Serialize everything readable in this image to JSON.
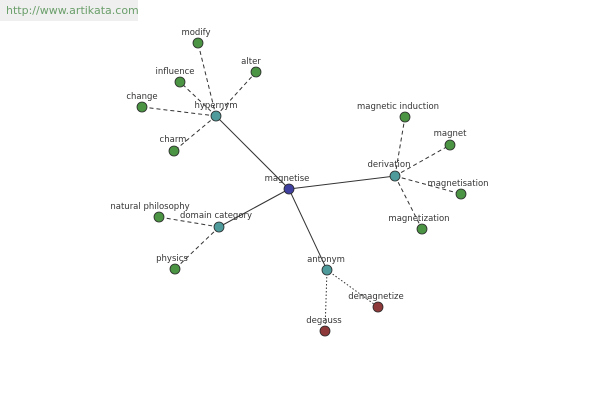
{
  "watermark": "http://www.artikata.com",
  "colors": {
    "center": "#3f3fa0",
    "relation": "#4f9a9a",
    "synonym": "#4a9444",
    "antonym": "#8f3a3a",
    "edge": "#333333"
  },
  "graph": {
    "nodes": [
      {
        "id": "magnetise",
        "label": "magnetise",
        "kind": "center"
      },
      {
        "id": "hypernym",
        "label": "hypernym",
        "kind": "relation"
      },
      {
        "id": "derivation",
        "label": "derivation",
        "kind": "relation"
      },
      {
        "id": "domain_category",
        "label": "domain category",
        "kind": "relation"
      },
      {
        "id": "antonym",
        "label": "antonym",
        "kind": "relation"
      },
      {
        "id": "modify",
        "label": "modify",
        "kind": "synonym"
      },
      {
        "id": "alter",
        "label": "alter",
        "kind": "synonym"
      },
      {
        "id": "influence",
        "label": "influence",
        "kind": "synonym"
      },
      {
        "id": "change",
        "label": "change",
        "kind": "synonym"
      },
      {
        "id": "charm",
        "label": "charm",
        "kind": "synonym"
      },
      {
        "id": "magnetic_induction",
        "label": "magnetic induction",
        "kind": "synonym"
      },
      {
        "id": "magnet",
        "label": "magnet",
        "kind": "synonym"
      },
      {
        "id": "magnetisation",
        "label": "magnetisation",
        "kind": "synonym"
      },
      {
        "id": "magnetization",
        "label": "magnetization",
        "kind": "synonym"
      },
      {
        "id": "natural_philosophy",
        "label": "natural philosophy",
        "kind": "synonym"
      },
      {
        "id": "physics",
        "label": "physics",
        "kind": "synonym"
      },
      {
        "id": "demagnetize",
        "label": "demagnetize",
        "kind": "antonym"
      },
      {
        "id": "degauss",
        "label": "degauss",
        "kind": "antonym"
      }
    ],
    "edges": [
      {
        "from": "magnetise",
        "to": "hypernym",
        "style": "solid"
      },
      {
        "from": "magnetise",
        "to": "derivation",
        "style": "solid"
      },
      {
        "from": "magnetise",
        "to": "domain_category",
        "style": "solid"
      },
      {
        "from": "magnetise",
        "to": "antonym",
        "style": "solid"
      },
      {
        "from": "hypernym",
        "to": "modify",
        "style": "dashed"
      },
      {
        "from": "hypernym",
        "to": "alter",
        "style": "dashed"
      },
      {
        "from": "hypernym",
        "to": "influence",
        "style": "dashed"
      },
      {
        "from": "hypernym",
        "to": "change",
        "style": "dashed"
      },
      {
        "from": "hypernym",
        "to": "charm",
        "style": "dashed"
      },
      {
        "from": "derivation",
        "to": "magnetic_induction",
        "style": "dashed"
      },
      {
        "from": "derivation",
        "to": "magnet",
        "style": "dashed"
      },
      {
        "from": "derivation",
        "to": "magnetisation",
        "style": "dashed"
      },
      {
        "from": "derivation",
        "to": "magnetization",
        "style": "dashed"
      },
      {
        "from": "domain_category",
        "to": "natural_philosophy",
        "style": "dashed"
      },
      {
        "from": "domain_category",
        "to": "physics",
        "style": "dashed"
      },
      {
        "from": "antonym",
        "to": "demagnetize",
        "style": "dotted"
      },
      {
        "from": "antonym",
        "to": "degauss",
        "style": "dotted"
      }
    ]
  }
}
